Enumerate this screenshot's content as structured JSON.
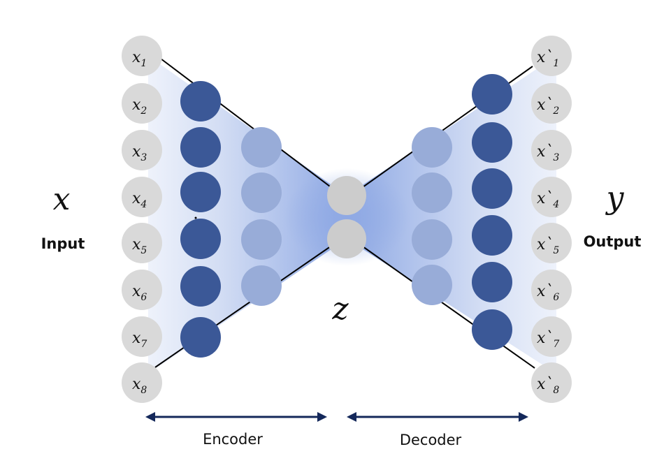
{
  "diagram": {
    "input_var": "x",
    "input_label": "Input",
    "output_var": "y",
    "output_label": "Output",
    "latent_var": "z",
    "encoder_label": "Encoder",
    "decoder_label": "Decoder",
    "input_nodes": [
      {
        "base": "x",
        "sub": "1"
      },
      {
        "base": "x",
        "sub": "2"
      },
      {
        "base": "x",
        "sub": "3"
      },
      {
        "base": "x",
        "sub": "4"
      },
      {
        "base": "x",
        "sub": "5"
      },
      {
        "base": "x",
        "sub": "6"
      },
      {
        "base": "x",
        "sub": "7"
      },
      {
        "base": "x",
        "sub": "8"
      }
    ],
    "output_nodes": [
      {
        "base": "x`",
        "sub": "1"
      },
      {
        "base": "x`",
        "sub": "2"
      },
      {
        "base": "x`",
        "sub": "3"
      },
      {
        "base": "x`",
        "sub": "4"
      },
      {
        "base": "x`",
        "sub": "5"
      },
      {
        "base": "x`",
        "sub": "6"
      },
      {
        "base": "x`",
        "sub": "7"
      },
      {
        "base": "x`",
        "sub": "8"
      }
    ],
    "colors": {
      "io_node": "#d9d9d9",
      "dark_node": "#3b5897",
      "light_node": "#98acd8",
      "latent_node": "#cccccc",
      "arrow": "#14285a",
      "line": "#000000",
      "funnel": "#9bb4ea"
    }
  }
}
